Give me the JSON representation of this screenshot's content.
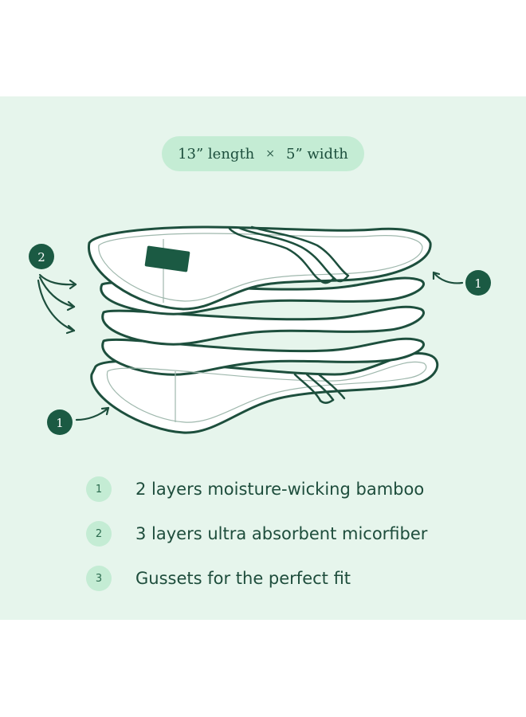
{
  "dimensions": {
    "length": "13” length",
    "times": "×",
    "width": "5” width"
  },
  "callouts": {
    "top_right": "1",
    "left": "2",
    "bottom_left": "1"
  },
  "legend": [
    {
      "number": "1",
      "text": "2 layers moisture-wicking bamboo"
    },
    {
      "number": "2",
      "text": "3 layers ultra absorbent micorfiber"
    },
    {
      "number": "3",
      "text": "Gussets for the perfect fit"
    }
  ],
  "colors": {
    "background": "#e6f5ec",
    "pill": "#c4ecd4",
    "dark_green": "#1d4f3d",
    "tag": "#1b5a43"
  }
}
